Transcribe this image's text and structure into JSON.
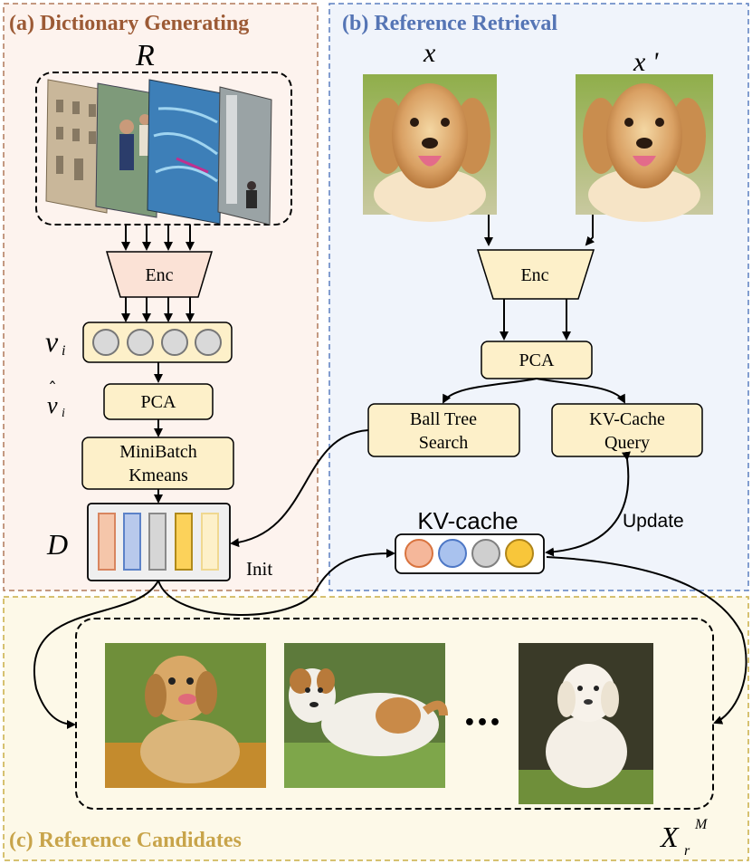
{
  "sections": {
    "a_title": "(a) Dictionary Generating",
    "b_title": "(b) Reference Retrieval",
    "c_title": "(c) Reference Candidates"
  },
  "symbols": {
    "R": "R",
    "x": "x",
    "x_prime": "x '",
    "v_i": "v",
    "v_i_sub": "i",
    "v_hat": "v",
    "v_hat_sub": "i",
    "D": "D",
    "X": "X",
    "X_sub": "r",
    "X_sup": "M"
  },
  "blocks": {
    "enc_a": "Enc",
    "pca_a": "PCA",
    "minibatch_line1": "MiniBatch",
    "minibatch_line2": "Kmeans",
    "enc_b": "Enc",
    "pca_b": "PCA",
    "ball_line1": "Ball Tree",
    "ball_line2": "Search",
    "kv_query_line1": "KV-Cache",
    "kv_query_line2": "Query",
    "kv_cache": "KV-cache",
    "update": "Update",
    "init": "Init",
    "ellipsis": "•••"
  },
  "colors": {
    "a_border": "#b0795a",
    "a_bg": "#fdf3ee",
    "a_title": "#9c5a35",
    "b_border": "#5b7fc0",
    "b_bg": "#f0f4fb",
    "b_title": "#5575b5",
    "c_border": "#c9ad45",
    "c_bg": "#fdf9e8",
    "c_title": "#c8a44a",
    "box_fill": "#fdf0c9",
    "enc_a_fill": "#fbe2d6",
    "enc_b_fill": "#fdf0c9"
  }
}
